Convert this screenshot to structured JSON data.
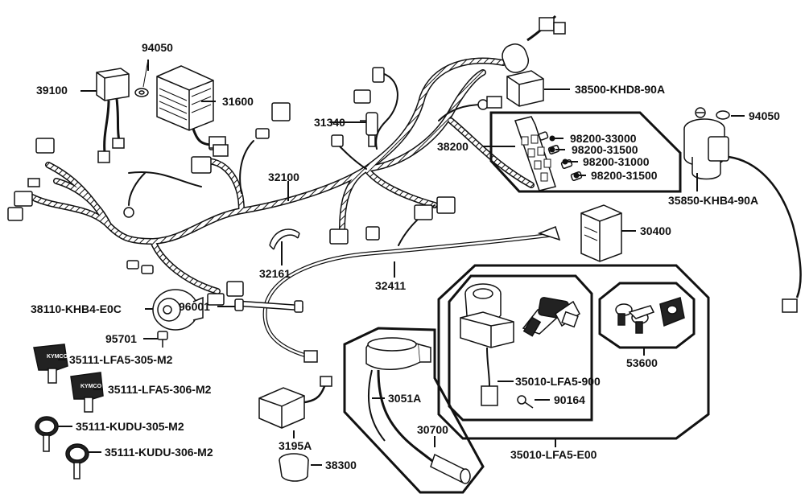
{
  "labels": {
    "p94050_top": "94050",
    "p39100": "39100",
    "p31600": "31600",
    "p31340": "31340",
    "p38500": "38500-KHD8-90A",
    "p94050_right": "94050",
    "p38200": "38200",
    "p98200_33000": "98200-33000",
    "p98200_31500_a": "98200-31500",
    "p98200_31000": "98200-31000",
    "p98200_31500_b": "98200-31500",
    "p35850": "35850-KHB4-90A",
    "p32100": "32100",
    "p30400": "30400",
    "p32161": "32161",
    "p32411": "32411",
    "p38110": "38110-KHB4-E0C",
    "p96001": "96001",
    "p95701": "95701",
    "p35111_305": "35111-LFA5-305-M2",
    "p35111_306": "35111-LFA5-306-M2",
    "p53600": "53600",
    "p35010_900": "35010-LFA5-900",
    "p3051a": "3051A",
    "p90164": "90164",
    "p30700": "30700",
    "p35111_kudu305": "35111-KUDU-305-M2",
    "p35111_kudu306": "35111-KUDU-306-M2",
    "p3195a": "3195A",
    "p35010_e00": "35010-LFA5-E00",
    "p38300": "38300"
  },
  "brand_text": "KYMCO"
}
